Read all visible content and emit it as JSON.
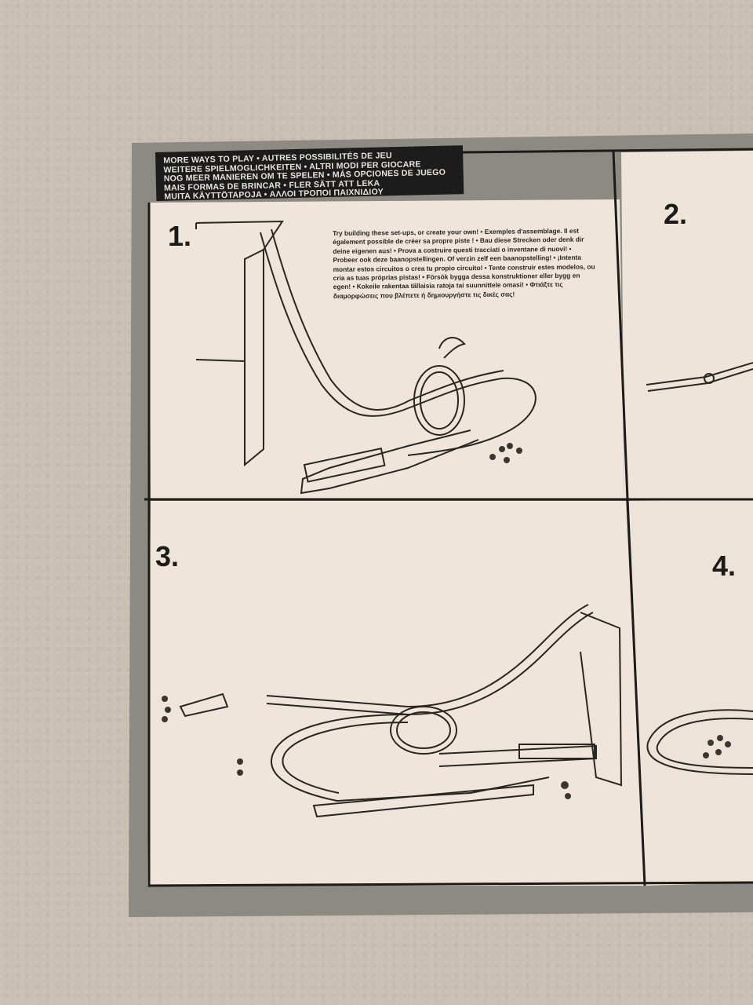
{
  "sheet": {
    "header_lines": [
      "MORE WAYS TO PLAY • AUTRES POSSIBILITÉS DE JEU",
      "WEITERE SPIELMOGLICHKEITEN • ALTRI MODI PER GIOCARE",
      "NOG MEER MANIEREN OM TE SPELEN • MÁS OPCIONES DE JUEGO",
      "MAIS FORMAS DE BRINCAR • FLER SÄTT ATT LEKA",
      "MUITA KÄYTTÖTAPOJA • ΑΛΛΟΙ ΤΡΟΠΟΙ ΠΑΙΧΝΙΔΙΟΥ"
    ],
    "steps": [
      "1.",
      "2.",
      "3.",
      "4."
    ],
    "instructions": "Try building these set-ups, or create your own! • Exemples d'assemblage. Il est également possible de créer sa propre piste ! • Bau diese Strecken oder denk dir deine eigenen aus! • Prova a costruire questi tracciati o inventane di nuovi! • Probeer ook deze baanopstellingen. Of verzin zelf een baanopstelling! • ¡Intenta montar estos circuitos o crea tu propio circuito! • Tente construir estes modelos, ou cria as tuas próprias pistas! • Försök bygga dessa konstruktioner eller bygg en egen! • Kokeile rakentaa tällaisia ratoja tai suunnittele omasi! • Φτιάξτε τις διαμορφώσεις που βλέπετε ή δημιουργήστε τις δικές σας!"
  },
  "colors": {
    "carpet": "#c9c0b3",
    "border_gray": "#8a8680",
    "paper": "#efe6dc",
    "ink": "#1d1b19"
  }
}
